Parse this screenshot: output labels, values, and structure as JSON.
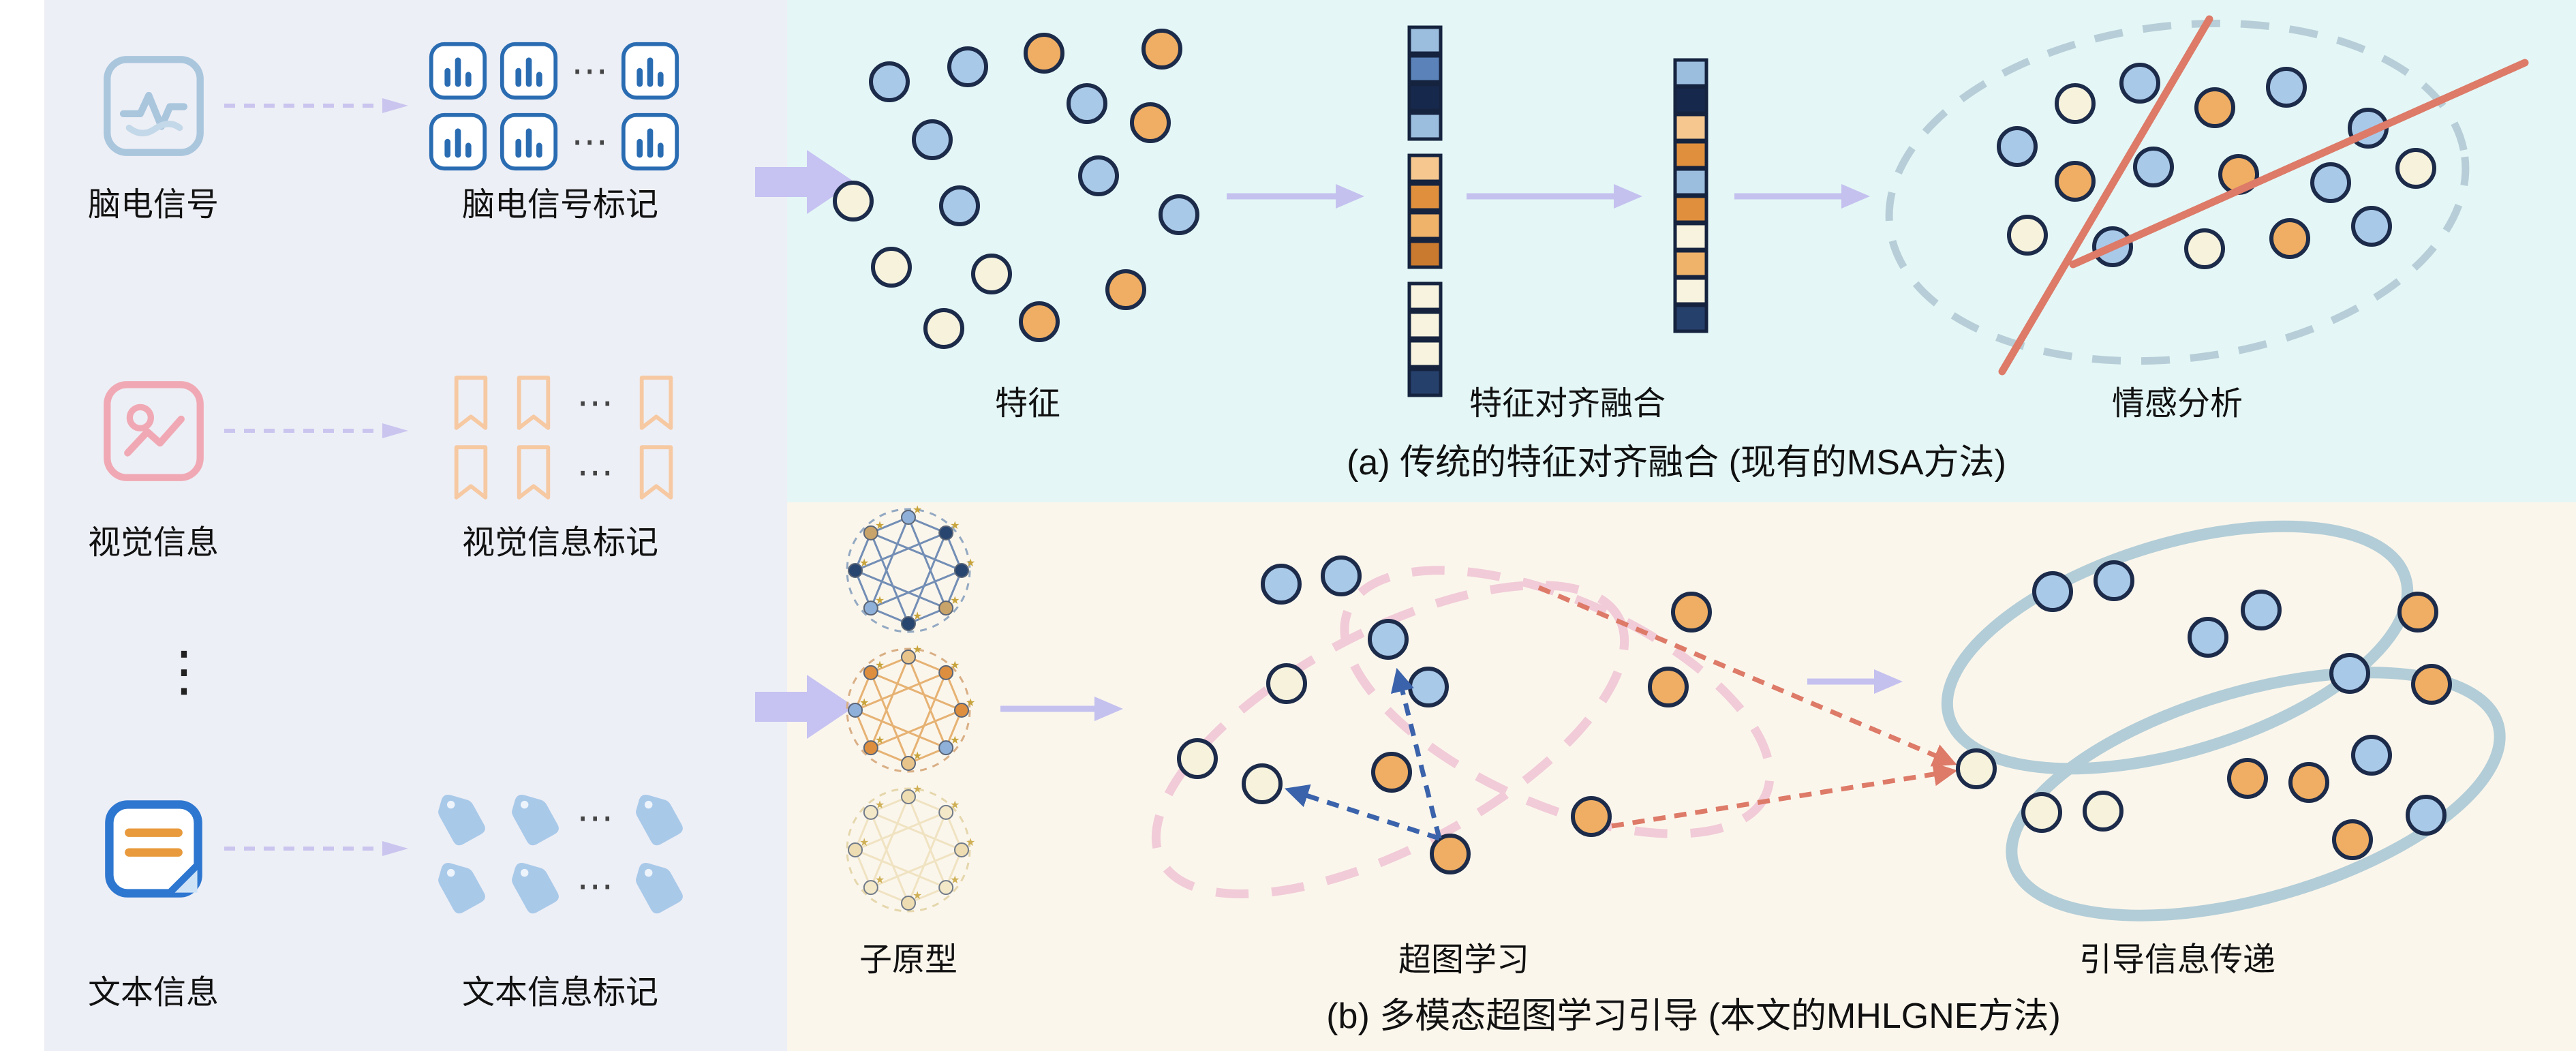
{
  "figure": {
    "modalities": [
      {
        "label": "脑电信号",
        "token_label": "脑电信号标记"
      },
      {
        "label": "视觉信息",
        "token_label": "视觉信息标记"
      },
      {
        "label": "文本信息",
        "token_label": "文本信息标记"
      }
    ],
    "vertical_ellipsis": "⋮",
    "token_ellipsis": "⋯",
    "panel_a": {
      "stage_labels": {
        "features": "特征",
        "fusion": "特征对齐融合",
        "sentiment": "情感分析"
      },
      "caption": "(a) 传统的特征对齐融合 (现有的MSA方法)"
    },
    "panel_b": {
      "stage_labels": {
        "prototypes": "子原型",
        "hypergraph": "超图学习",
        "guidance": "引导信息传递"
      },
      "caption": "(b) 多模态超图学习引导 (本文的MHLGNE方法)"
    },
    "colors": {
      "left_panel_bg": "#edeff6",
      "panel_a_bg": "#e4f7f6",
      "panel_b_bg": "#fbf6ec",
      "node_blue": "#a9c9e9",
      "node_cream": "#f6f2dc",
      "node_orange": "#efae63",
      "node_stroke": "#1d2b4a",
      "arrow_lavender": "#c4c1ef",
      "boundary_red": "#dd7a68",
      "hyperedge_pink": "#f1cbd8",
      "guide_teal": "#b2cdd7",
      "arrow_blue": "#3b63ab"
    }
  }
}
